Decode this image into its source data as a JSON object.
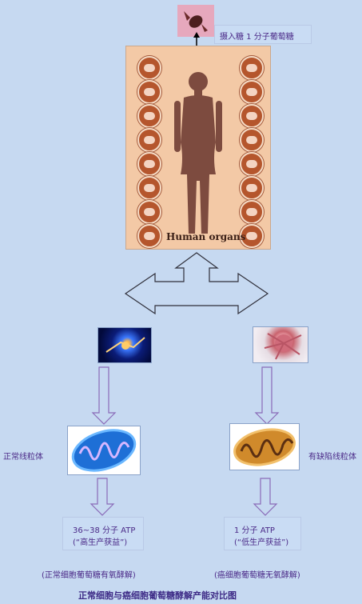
{
  "top": {
    "candy_label": "摄入糖 1 分子葡萄糖"
  },
  "poster": {
    "caption": "Human organs"
  },
  "left": {
    "organelle_label": "正常线粒体",
    "yield_line1": "36~38 分子 ATP",
    "yield_line2": "(“高生产获益”)",
    "process": "(正常细胞葡萄糖有氧酵解)"
  },
  "right": {
    "organelle_label": "有缺陷线粒体",
    "yield_line1": "1 分子 ATP",
    "yield_line2": "(“低生产获益”)",
    "process": "(癌细胞葡萄糖无氧酵解)"
  },
  "footer": {
    "title": "正常细胞与癌细胞葡萄糖酵解产能对比图"
  },
  "colors": {
    "background": "#c6d9f1",
    "text": "#4b2a88",
    "arrow": "#8a6bb8",
    "poster": "#f3c9a6",
    "silhouette": "#7d4b3f"
  },
  "icons": [
    "candy-icon",
    "human-silhouette-icon",
    "organ-icon",
    "cancer-cell-icon",
    "normal-cell-icon",
    "mitochondrion-icon"
  ]
}
